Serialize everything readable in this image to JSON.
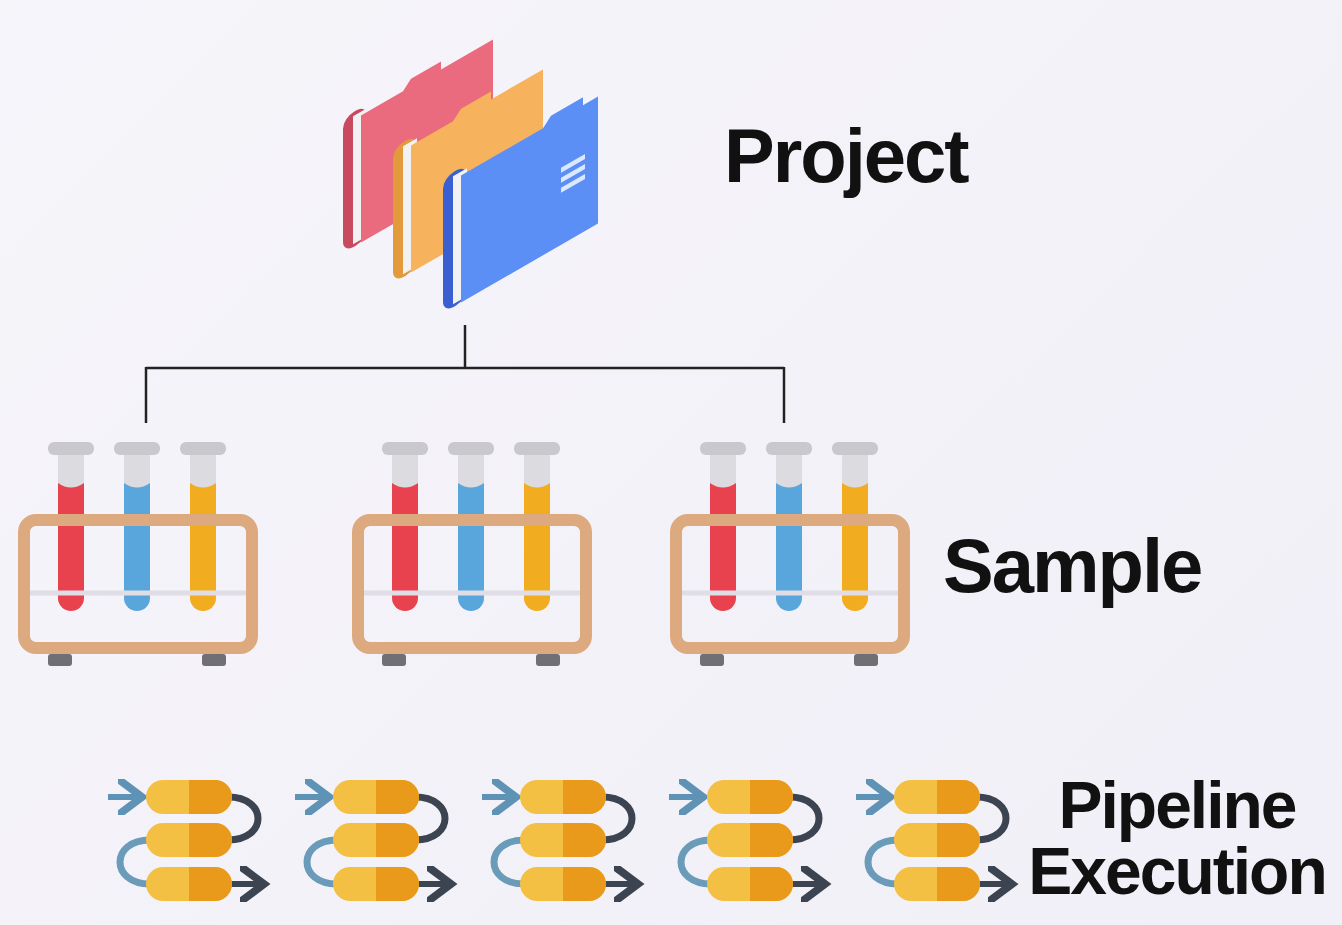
{
  "diagram": {
    "labels": [
      "Project",
      "Sample",
      "Pipeline Execution"
    ]
  }
}
